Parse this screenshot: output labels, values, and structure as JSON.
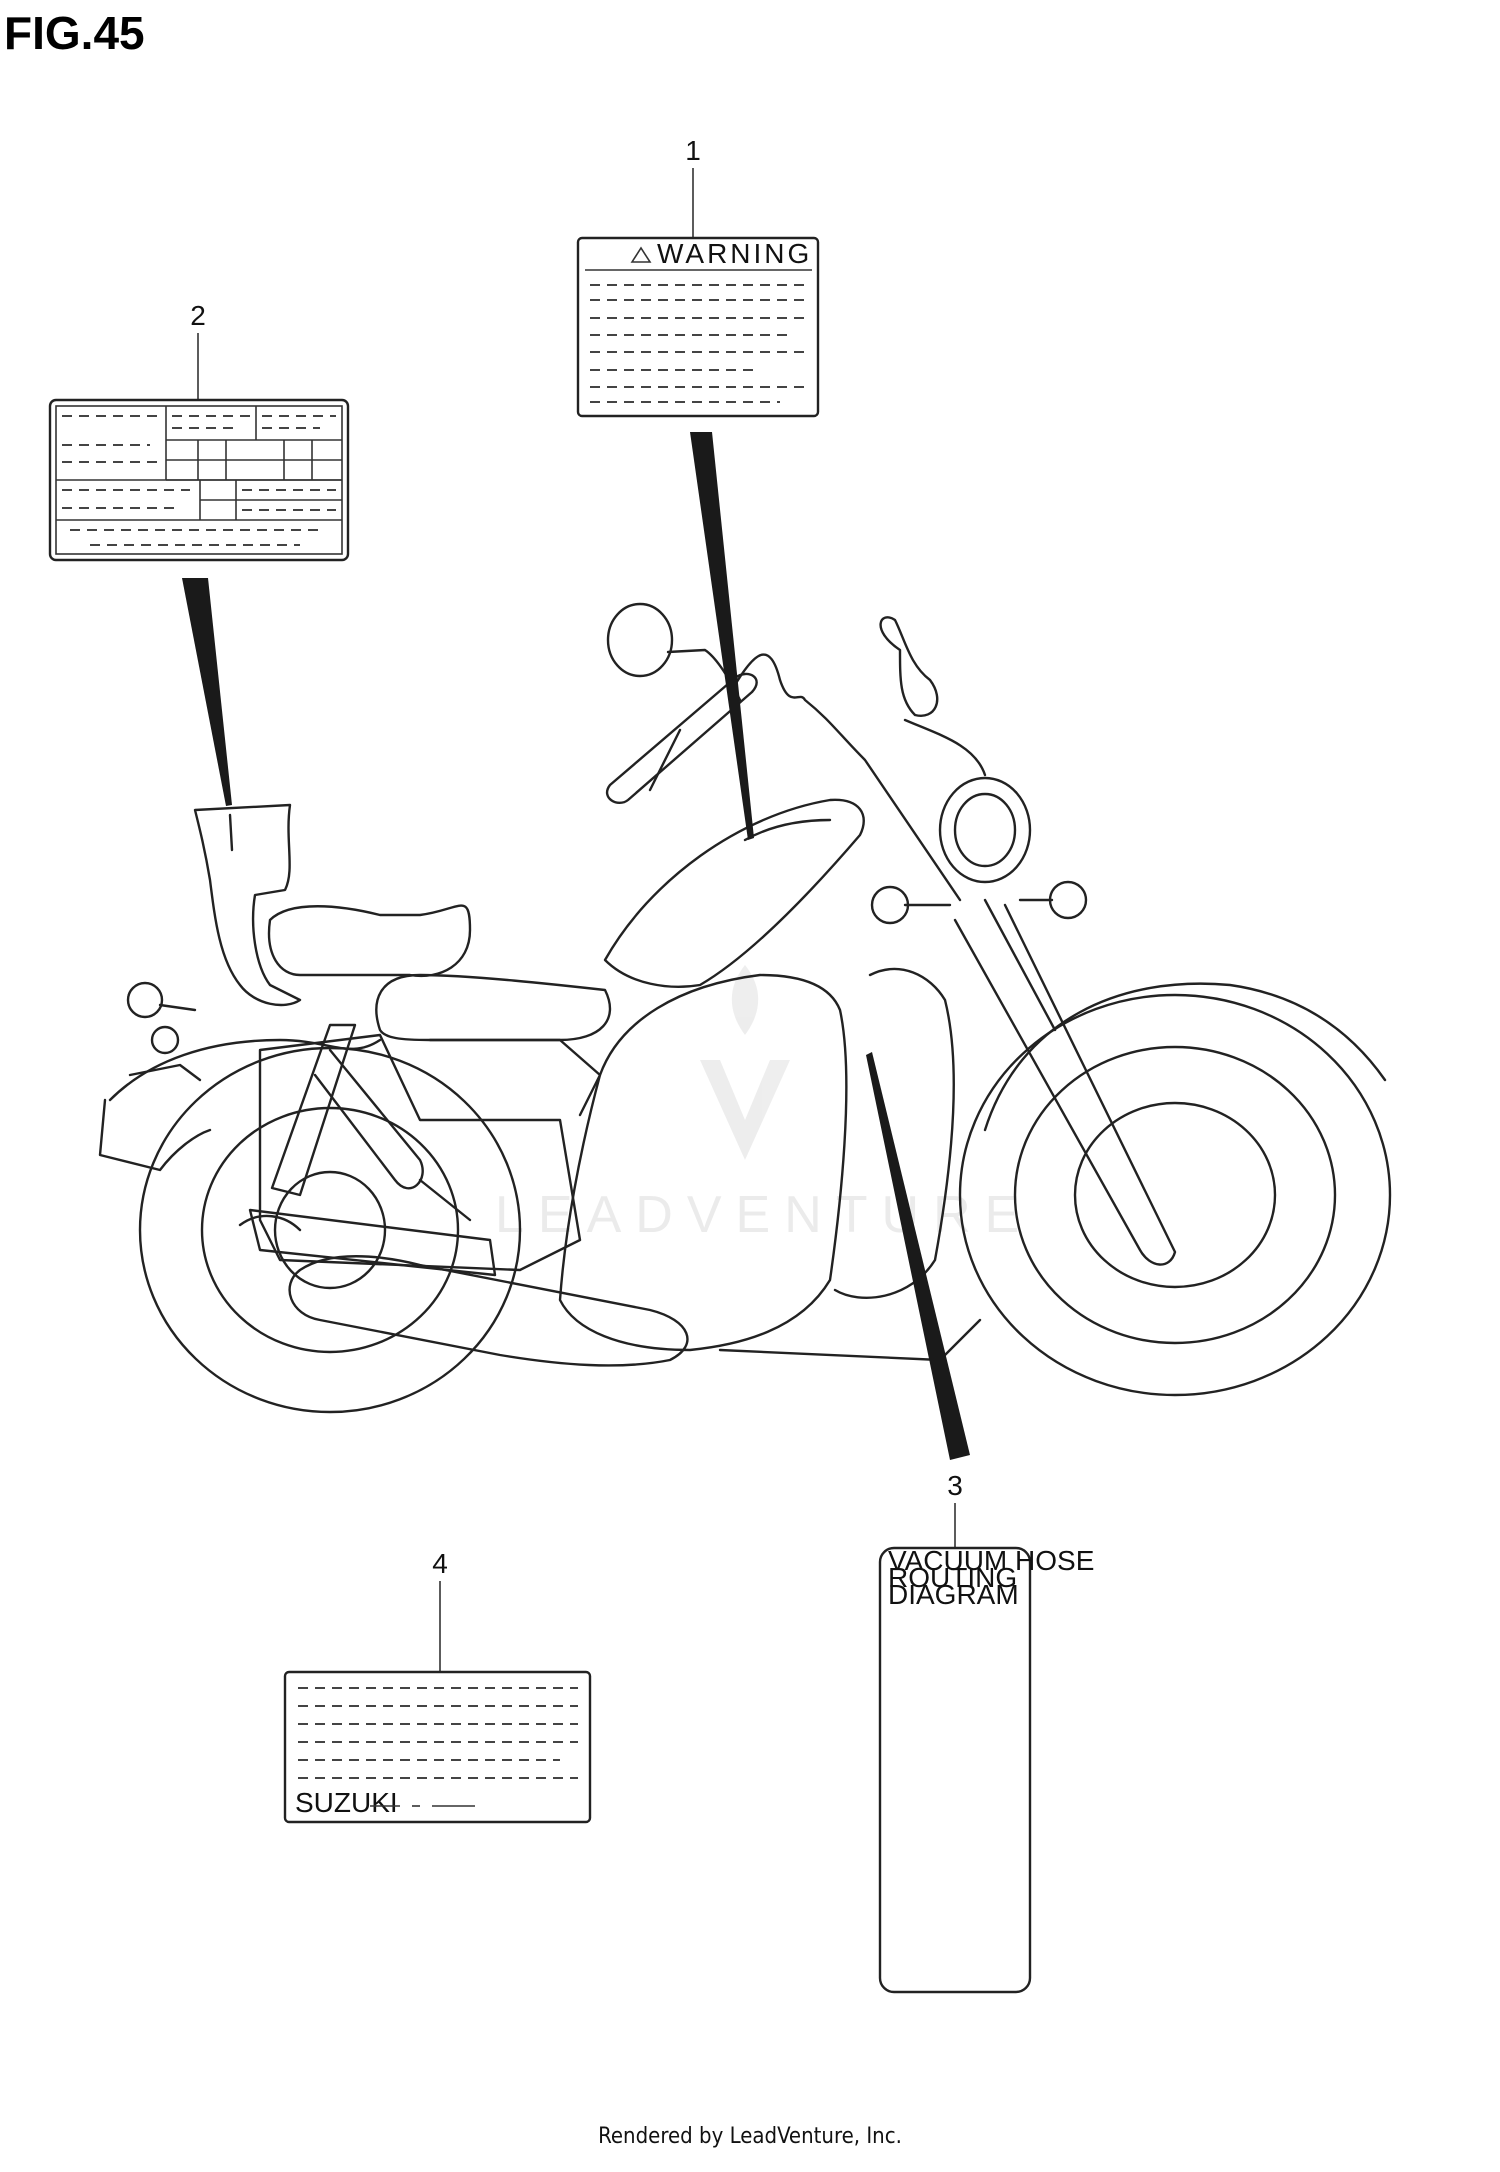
{
  "figure": {
    "title": "FIG.45"
  },
  "callouts": [
    {
      "number": "1",
      "label_text": "WARNING"
    },
    {
      "number": "2"
    },
    {
      "number": "3",
      "label_text": [
        "VACUUM HOSE",
        "ROUTING",
        "DIAGRAM"
      ]
    },
    {
      "number": "4",
      "label_text": "SUZUKI"
    }
  ],
  "watermark": {
    "text": "LEADVENTURE"
  },
  "footer": {
    "text": "Rendered by LeadVenture, Inc."
  }
}
